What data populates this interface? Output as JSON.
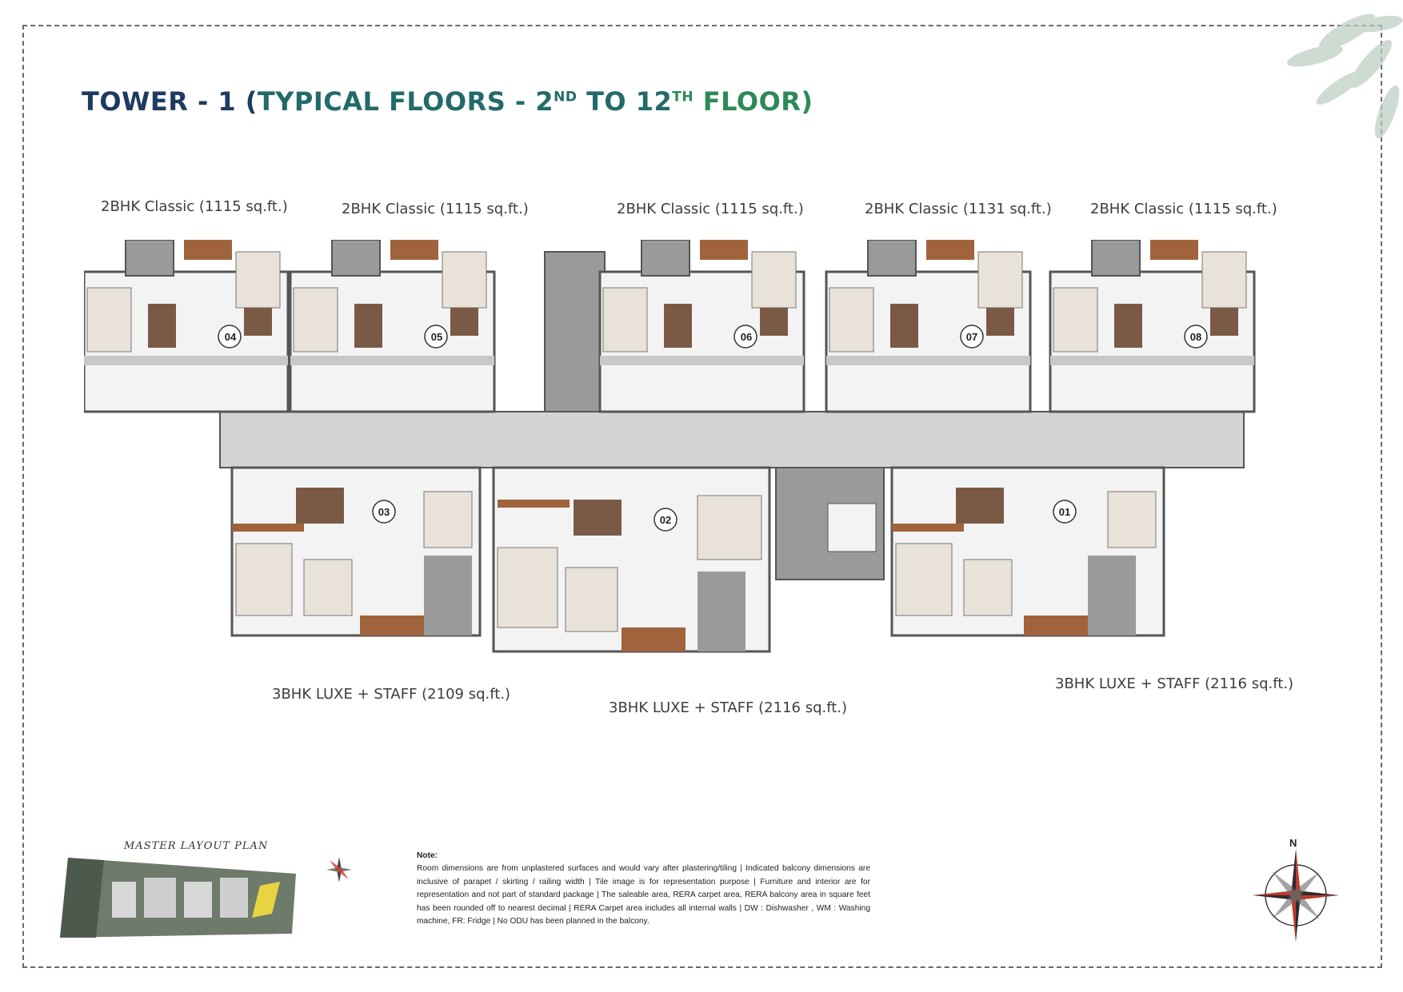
{
  "title": {
    "part1": "TOWER - 1 (",
    "part2": "TYPICAL FLOORS - 2",
    "sup1": "ND",
    "part3": " TO 12",
    "sup2": "TH",
    "part4": " FLOOR)"
  },
  "units_top": [
    {
      "label": "2BHK Classic (1115 sq.ft.)",
      "number": "04"
    },
    {
      "label": "2BHK Classic (1115 sq.ft.)",
      "number": "05"
    },
    {
      "label": "2BHK Classic (1115 sq.ft.)",
      "number": "06"
    },
    {
      "label": "2BHK Classic (1131 sq.ft.)",
      "number": "07"
    },
    {
      "label": "2BHK Classic (1115 sq.ft.)",
      "number": "08"
    }
  ],
  "units_bottom": [
    {
      "label": "3BHK LUXE + STAFF (2109 sq.ft.)",
      "number": "03"
    },
    {
      "label": "3BHK LUXE + STAFF (2116 sq.ft.)",
      "number": "02"
    },
    {
      "label": "3BHK LUXE + STAFF (2116 sq.ft.)",
      "number": "01"
    }
  ],
  "master_layout": {
    "title": "MASTER LAYOUT PLAN"
  },
  "note": {
    "title": "Note:",
    "text": "Room dimensions are from unplastered surfaces and would vary after plastering/tiling  |  Indicated balcony dimensions are inclusive of parapet / skirting / railing width | Tile image is for representation purpose | Furniture and interior are for representation and not part of standard package | The saleable area, RERA carpet area, RERA balcony area in square feet has been rounded off to nearest decimal | RERA Carpet area includes all internal walls | DW : Dishwasher , WM : Washing machine, FR: Fridge | No ODU has been planned in the balcony."
  },
  "compass": {
    "north": "N"
  },
  "colors": {
    "navy": "#1e3a5f",
    "teal": "#236a6a",
    "green": "#2d8a55",
    "wood": "#a0633c",
    "wall": "#555555",
    "corridor": "#d4d4d4"
  }
}
